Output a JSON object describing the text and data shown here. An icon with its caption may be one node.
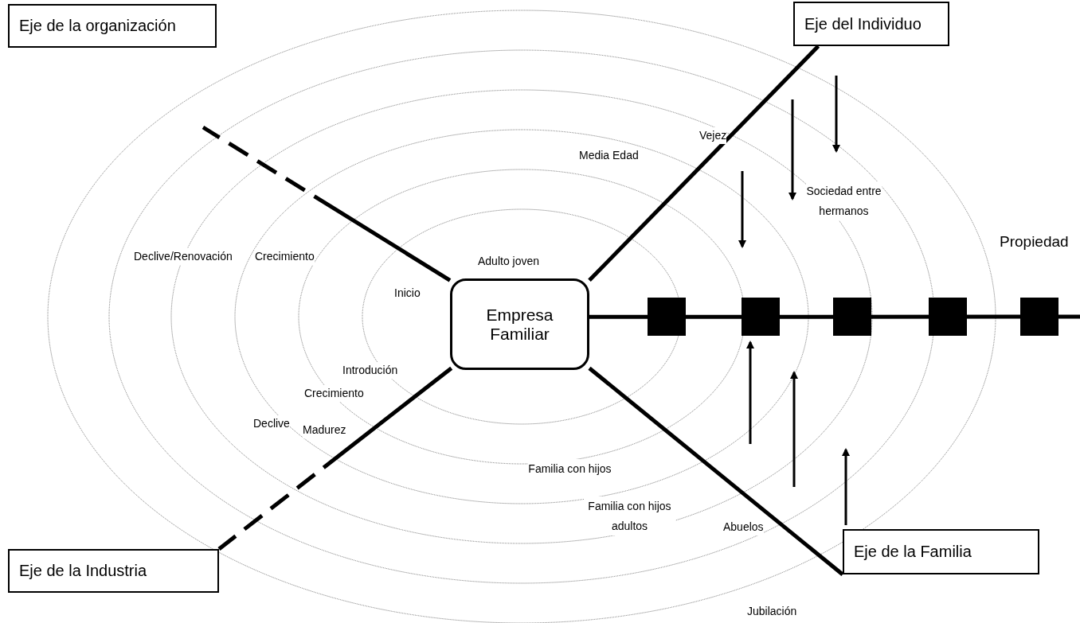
{
  "diagram": {
    "nodes": [
      {
        "text": [
          "Eje de la organización"
        ]
      },
      {
        "text": [
          "Eje del Individuo"
        ]
      },
      {
        "text": [
          "Empresa Familiar"
        ]
      },
      {
        "text": [
          "Eje de la Industria"
        ]
      },
      {
        "text": [
          "Eje de la Familia"
        ]
      }
    ],
    "edges": [
      {
        "from": 2,
        "to": null,
        "arrow": "none",
        "style": "dashed"
      },
      {
        "from": 2,
        "to": 1,
        "arrow": "none"
      },
      {
        "from": 2,
        "to": null,
        "arrow": "none"
      },
      {
        "from": 2,
        "to": 3,
        "arrow": "none",
        "style": "dashed"
      },
      {
        "from": 2,
        "to": 4,
        "arrow": "none"
      }
    ],
    "labels": [
      "Vejez",
      "Media Edad",
      "Sociedad entre hermanos",
      "Declive/Renovación",
      "Crecimiento",
      "Adulto joven",
      "Propiedad",
      "Inicio",
      "Introdución",
      "Crecimiento",
      "Declive",
      "Madurez",
      "Familia con hijos",
      "Familia con hijos adultos",
      "Abuelos",
      "Jubilación"
    ]
  }
}
